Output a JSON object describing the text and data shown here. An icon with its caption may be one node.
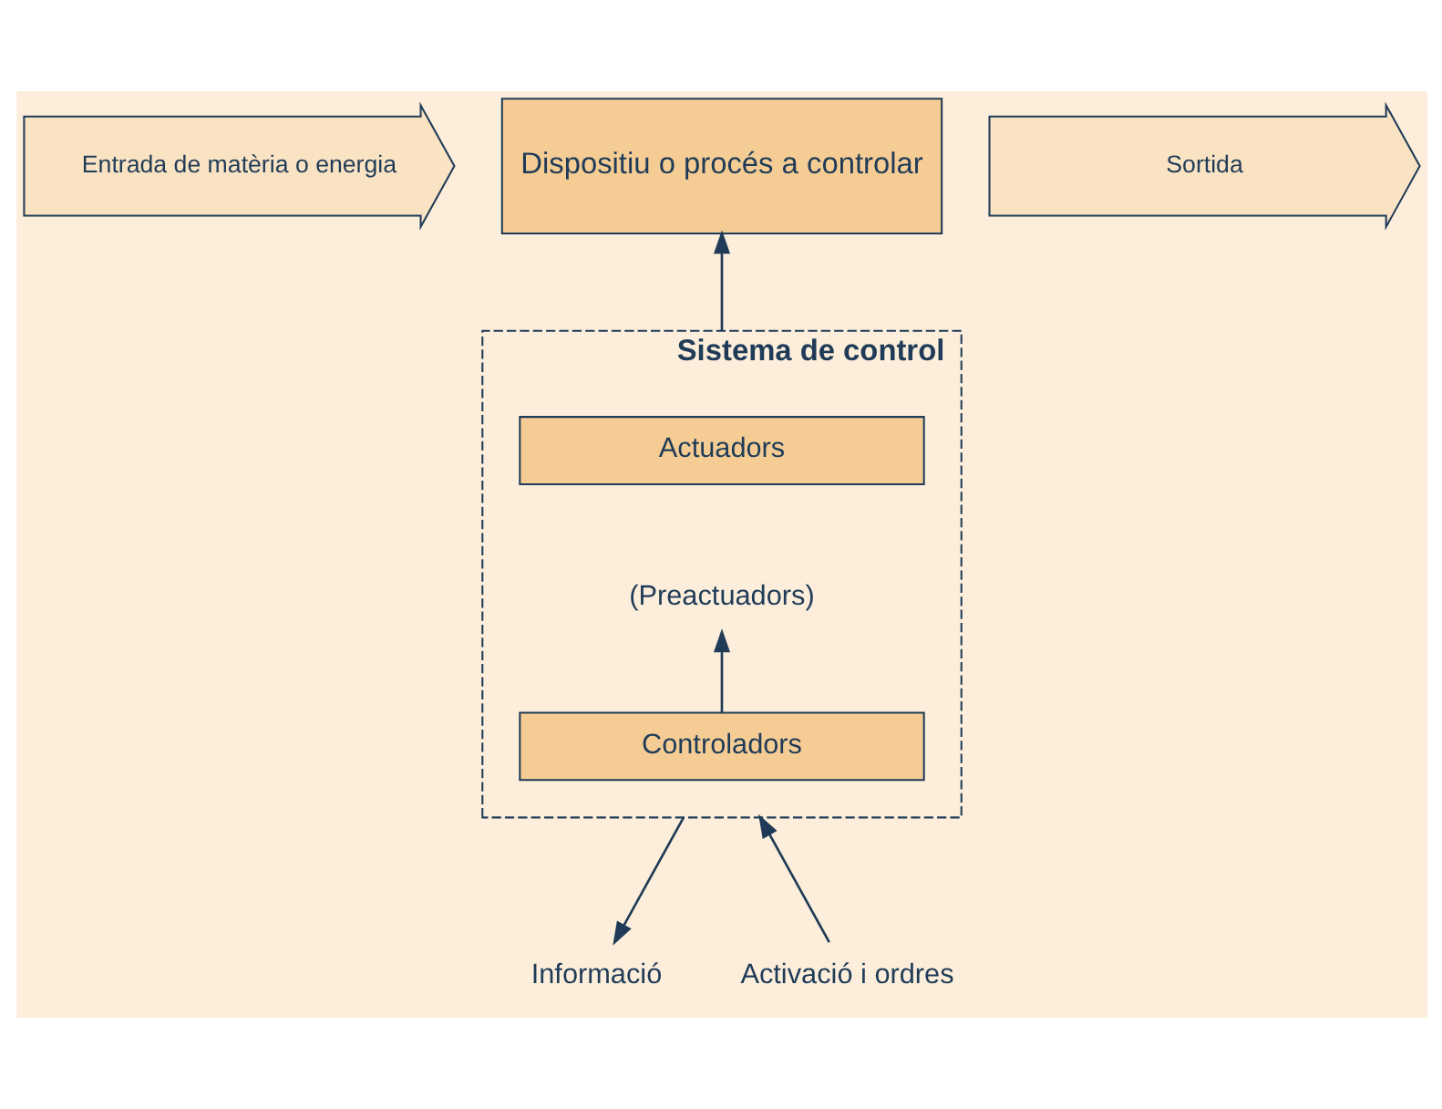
{
  "diagram": {
    "nodes": [
      {
        "text": [
          "Entrada de matèria o energia"
        ]
      },
      {
        "text": [
          "Dispositiu o procés a controlar"
        ]
      },
      {
        "text": [
          "Sortida"
        ]
      },
      {
        "text": [
          "Sistema de control"
        ]
      },
      {
        "text": [
          "Actuadors"
        ],
        "in": 3
      },
      {
        "text": [
          "(Preactuadors)"
        ],
        "in": 3
      },
      {
        "text": [
          "Controladors"
        ],
        "in": 3
      },
      {
        "text": [
          "Informació"
        ]
      },
      {
        "text": [
          "Activació i ordres"
        ]
      }
    ],
    "edges": [
      {
        "from": 3,
        "to": 1,
        "arrow": "to"
      },
      {
        "from": 6,
        "to": 5,
        "arrow": "to"
      },
      {
        "from": 3,
        "to": 7,
        "arrow": "to"
      },
      {
        "from": 8,
        "to": 3,
        "arrow": "to"
      }
    ]
  }
}
